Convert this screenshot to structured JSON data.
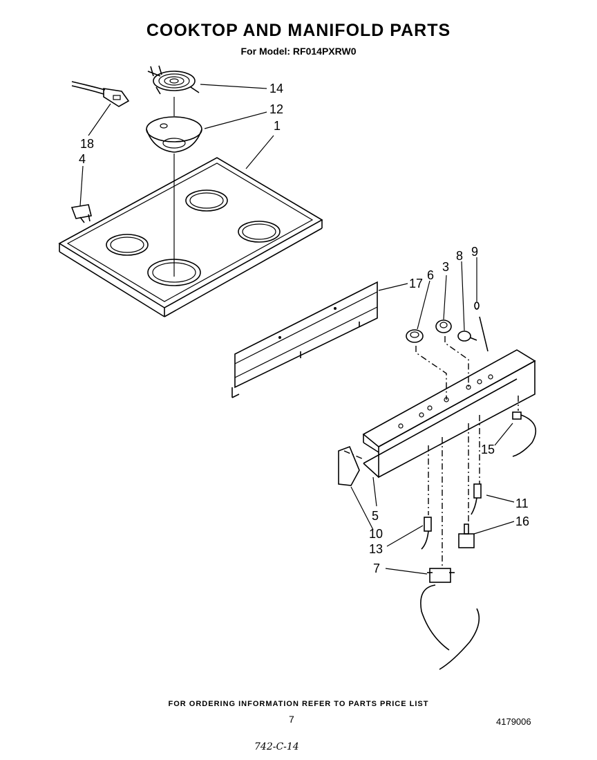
{
  "header": {
    "title": "COOKTOP AND MANIFOLD PARTS",
    "model_line": "For Model: RF014PXRW0"
  },
  "callouts": {
    "c1": "1",
    "c3": "3",
    "c4": "4",
    "c5": "5",
    "c6": "6",
    "c7": "7",
    "c8": "8",
    "c9": "9",
    "c10": "10",
    "c11": "11",
    "c12": "12",
    "c13": "13",
    "c14": "14",
    "c15": "15",
    "c16": "16",
    "c17": "17",
    "c18": "18"
  },
  "footer": {
    "ordering_note": "FOR ORDERING INFORMATION REFER TO PARTS PRICE LIST",
    "page_number": "7",
    "document_number": "4179006",
    "handwritten_note": "742-C-14"
  }
}
